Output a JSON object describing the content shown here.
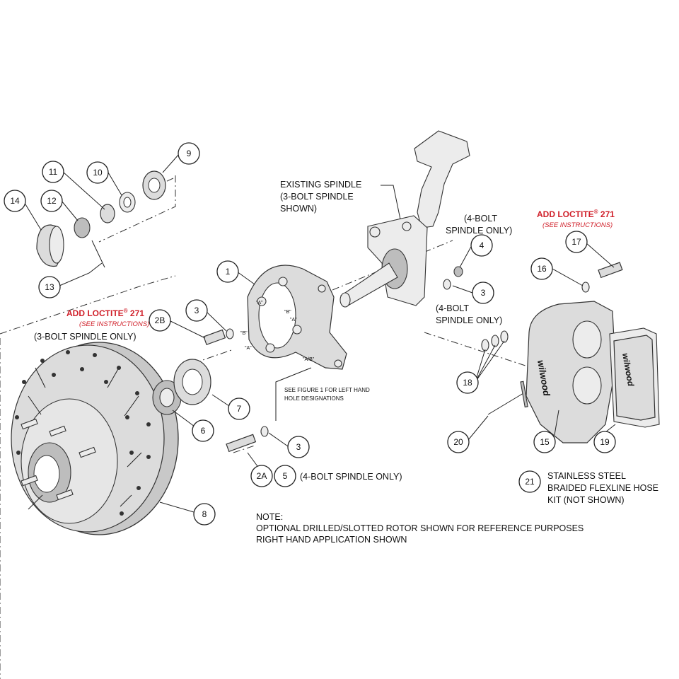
{
  "callouts": {
    "c1": "1",
    "c2A": "2A",
    "c2B": "2B",
    "c3a": "3",
    "c3b": "3",
    "c3c": "3",
    "c4": "4",
    "c5": "5",
    "c6": "6",
    "c7": "7",
    "c8": "8",
    "c9": "9",
    "c10": "10",
    "c11": "11",
    "c12": "12",
    "c13": "13",
    "c14": "14",
    "c15": "15",
    "c16": "16",
    "c17": "17",
    "c18": "18",
    "c19": "19",
    "c20": "20",
    "c21": "21"
  },
  "labels": {
    "spindle_1": "EXISTING SPINDLE",
    "spindle_2": "(3-BOLT SPINDLE",
    "spindle_3": "SHOWN)",
    "four_bolt_top_1": "(4-BOLT",
    "four_bolt_top_2": "SPINDLE ONLY)",
    "four_bolt_mid_1": "(4-BOLT",
    "four_bolt_mid_2": "SPINDLE ONLY)",
    "four_bolt_bottom": "(4-BOLT SPINDLE ONLY)",
    "three_bolt_only": "(3-BOLT SPINDLE ONLY)",
    "figure_note_1": "SEE FIGURE 1 FOR LEFT HAND",
    "figure_note_2": "HOLE DESIGNATIONS",
    "hole_A1": "\"A\"",
    "hole_B1": "\"B\"",
    "hole_A2": "\"A\"",
    "hole_B2": "\"B\"",
    "hole_A3": "\"A\"",
    "hole_AB": "\"A/B\"",
    "item21_1": "STAINLESS STEEL",
    "item21_2": "BRAIDED FLEXLINE HOSE",
    "item21_3": "KIT (NOT SHOWN)",
    "note_title": "NOTE:",
    "note_line1": "OPTIONAL DRILLED/SLOTTED ROTOR SHOWN FOR REFERENCE PURPOSES",
    "note_line2": "RIGHT HAND APPLICATION SHOWN"
  },
  "loctite": {
    "left": {
      "main": "ADD LOCTITE",
      "reg": "®",
      "num": " 271",
      "sub": "(SEE INSTRUCTIONS)"
    },
    "right": {
      "main": "ADD LOCTITE",
      "reg": "®",
      "num": " 271",
      "sub": "(SEE INSTRUCTIONS)"
    }
  },
  "branding": {
    "caliper_logo": "wilwood",
    "pad_logo": "wilwood"
  },
  "colors": {
    "line": "#222222",
    "part_fill": "#dcdcdc",
    "loctite_red": "#d0202a",
    "background": "#ffffff"
  }
}
